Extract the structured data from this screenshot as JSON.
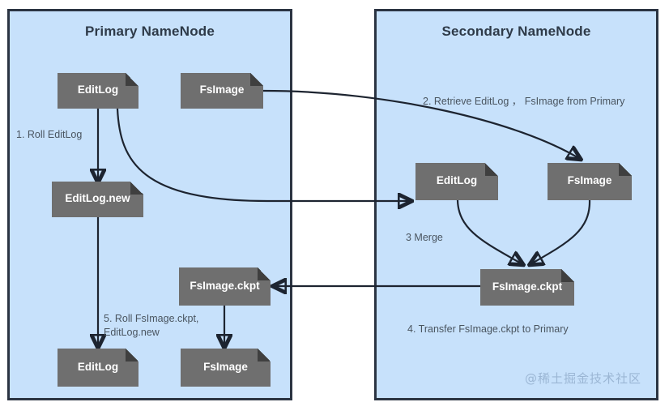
{
  "diagram": {
    "title": "HDFS Secondary NameNode checkpoint process",
    "colors": {
      "panel_fill": "#c7e1fb",
      "panel_border": "#2b3442",
      "node_fill": "#6f6f6f",
      "node_fold": "#3f3f3f",
      "node_text": "#ffffff",
      "title_text": "#2e3a48",
      "note_text": "#4a5560",
      "arrow": "#1d2430",
      "watermark": "#9bb6d4"
    },
    "panels": [
      {
        "id": "primary",
        "title": "Primary NameNode"
      },
      {
        "id": "secondary",
        "title": "Secondary NameNode"
      }
    ],
    "nodes": {
      "primary_editlog": "EditLog",
      "primary_fsimage": "FsImage",
      "primary_editlog_new": "EditLog.new",
      "primary_fsimage_ckpt": "FsImage.ckpt",
      "primary_final_editlog": "EditLog",
      "primary_final_fsimage": "FsImage",
      "secondary_editlog": "EditLog",
      "secondary_fsimage": "FsImage",
      "secondary_fsimage_ckpt": "FsImage.ckpt"
    },
    "notes": {
      "step1": "1. Roll EditLog",
      "step2": "2. Retrieve EditLog ， FsImage from Primary",
      "step3": "3 Merge",
      "step4": "4. Transfer FsImage.ckpt to Primary",
      "step5": "5. Roll FsImage.ckpt,\nEditLog.new"
    },
    "watermark": "@稀土掘金技术社区"
  }
}
